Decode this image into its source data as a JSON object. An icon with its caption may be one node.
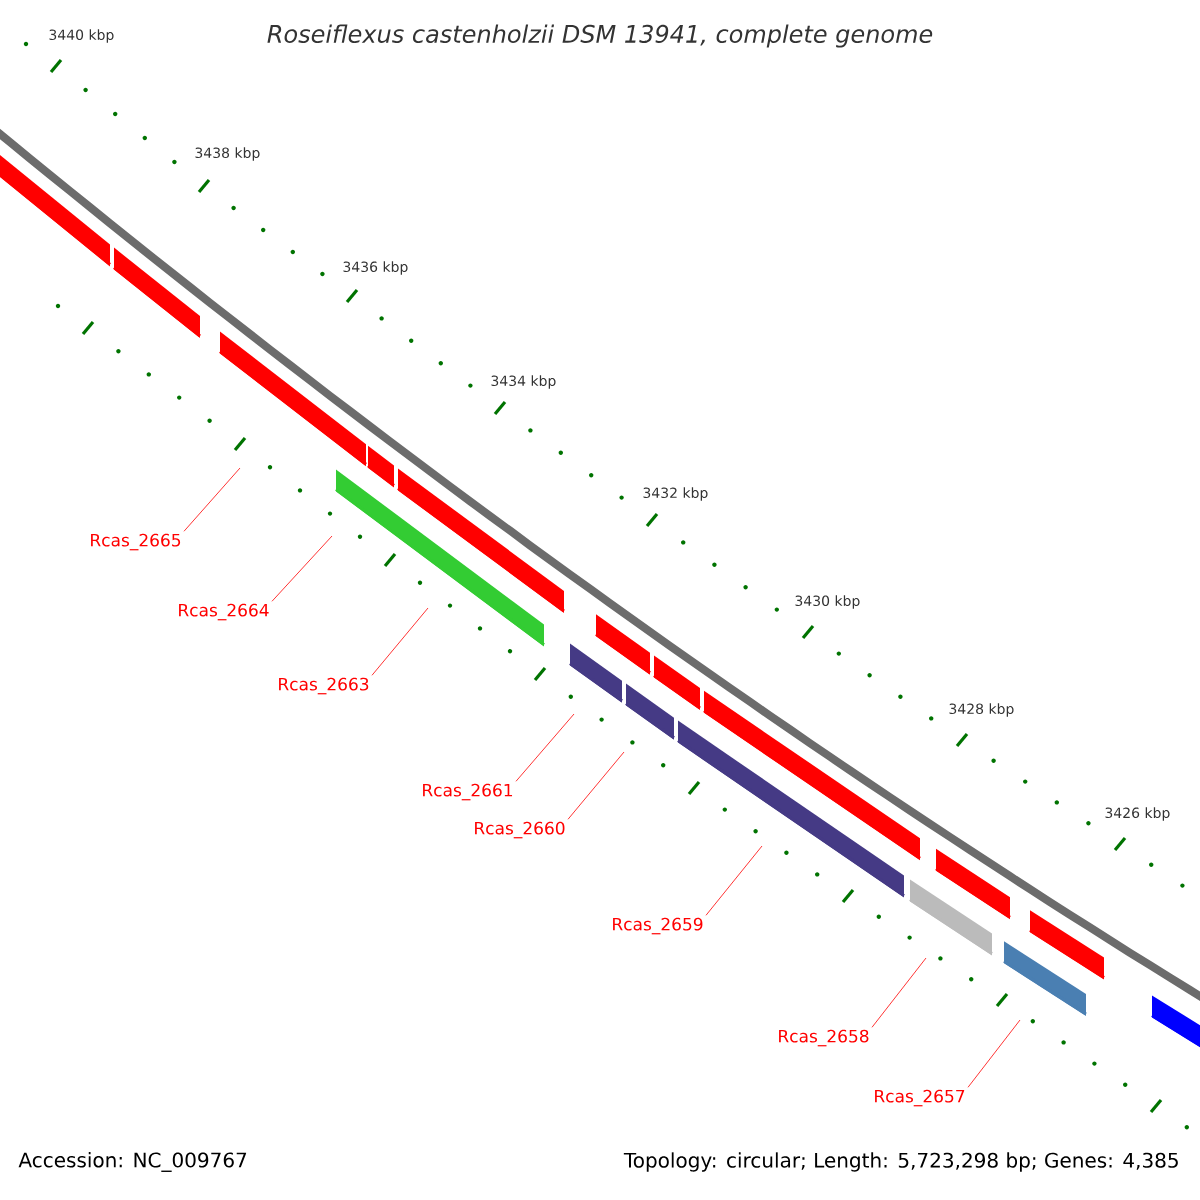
{
  "diagram": {
    "title": "*Roseiflexus castenholzii* DSM 13941, complete genome",
    "nodes": [
      {
        "text": [
          "Rcas_2665"
        ]
      },
      {
        "text": [
          "Rcas_2664"
        ]
      },
      {
        "text": [
          "Rcas_2663"
        ]
      },
      {
        "text": [
          "Rcas_2661"
        ]
      },
      {
        "text": [
          "Rcas_2660"
        ]
      },
      {
        "text": [
          "Rcas_2659"
        ]
      },
      {
        "text": [
          "Rcas_2658"
        ]
      },
      {
        "text": [
          "Rcas_2657"
        ]
      }
    ],
    "edges": [
      {
        "from": 0,
        "to": null,
        "arrow": "none",
        "color": "#ff0000"
      },
      {
        "from": 1,
        "to": null,
        "arrow": "none",
        "color": "#ff0000"
      },
      {
        "from": 2,
        "to": null,
        "arrow": "none",
        "color": "#ff0000"
      },
      {
        "from": 3,
        "to": null,
        "arrow": "none",
        "color": "#ff0000"
      },
      {
        "from": 4,
        "to": null,
        "arrow": "none",
        "color": "#ff0000"
      },
      {
        "from": 5,
        "to": null,
        "arrow": "none",
        "color": "#ff0000"
      },
      {
        "from": 6,
        "to": null,
        "arrow": "none",
        "color": "#ff0000"
      },
      {
        "from": 7,
        "to": null,
        "arrow": "none",
        "color": "#ff0000"
      }
    ],
    "labels": [
      "3440 kbp",
      "3438 kbp",
      "3436 kbp",
      "3434 kbp",
      "3432 kbp",
      "3430 kbp",
      "3428 kbp",
      "3426 kbp",
      "Accession: NC_009767",
      "Topology: circular; Length: 5,723,298 bp; Genes: 4,385"
    ]
  }
}
